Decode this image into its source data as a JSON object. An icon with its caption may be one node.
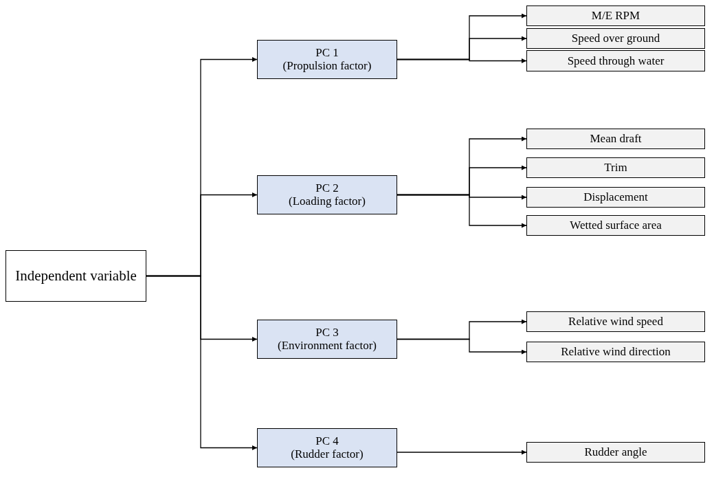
{
  "diagram": {
    "nodes": [
      {
        "text": [
          "Independent variable"
        ]
      },
      {
        "text": [
          "PC 1",
          "(Propulsion factor)"
        ]
      },
      {
        "text": [
          "PC 2",
          "(Loading factor)"
        ]
      },
      {
        "text": [
          "PC 3",
          "(Environment factor)"
        ]
      },
      {
        "text": [
          "PC 4",
          "(Rudder factor)"
        ]
      },
      {
        "text": [
          "M/E RPM"
        ]
      },
      {
        "text": [
          "Speed over ground"
        ]
      },
      {
        "text": [
          "Speed through water"
        ]
      },
      {
        "text": [
          "Mean draft"
        ]
      },
      {
        "text": [
          "Trim"
        ]
      },
      {
        "text": [
          "Displacement"
        ]
      },
      {
        "text": [
          "Wetted surface area"
        ]
      },
      {
        "text": [
          "Relative wind speed"
        ]
      },
      {
        "text": [
          "Relative wind direction"
        ]
      },
      {
        "text": [
          "Rudder angle"
        ]
      }
    ],
    "edges": [
      {
        "from": 0,
        "to": 1,
        "arrow": "to"
      },
      {
        "from": 0,
        "to": 2,
        "arrow": "to"
      },
      {
        "from": 0,
        "to": 3,
        "arrow": "to"
      },
      {
        "from": 0,
        "to": 4,
        "arrow": "to"
      },
      {
        "from": 1,
        "to": 5,
        "arrow": "to"
      },
      {
        "from": 1,
        "to": 6,
        "arrow": "to"
      },
      {
        "from": 1,
        "to": 7,
        "arrow": "to"
      },
      {
        "from": 2,
        "to": 8,
        "arrow": "to"
      },
      {
        "from": 2,
        "to": 9,
        "arrow": "to"
      },
      {
        "from": 2,
        "to": 10,
        "arrow": "to"
      },
      {
        "from": 2,
        "to": 11,
        "arrow": "to"
      },
      {
        "from": 3,
        "to": 12,
        "arrow": "to"
      },
      {
        "from": 3,
        "to": 13,
        "arrow": "to"
      },
      {
        "from": 4,
        "to": 14,
        "arrow": "to"
      }
    ]
  }
}
